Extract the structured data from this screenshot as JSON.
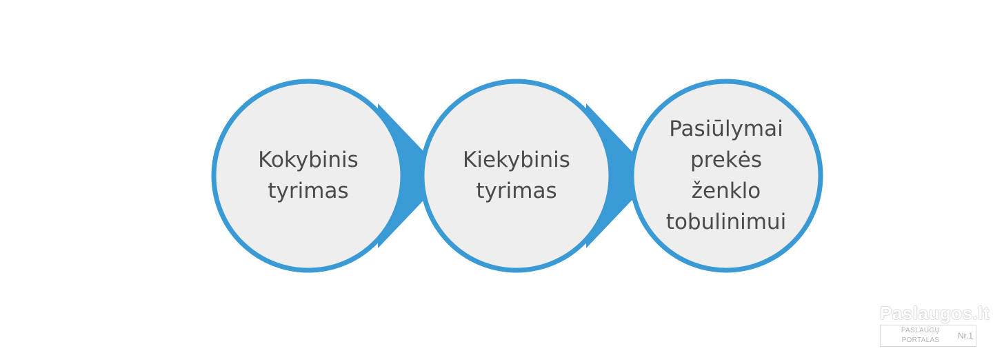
{
  "diagram": {
    "nodes": [
      {
        "lines": [
          "Kokybinis",
          "tyrimas"
        ]
      },
      {
        "lines": [
          "Kiekybinis",
          "tyrimas"
        ]
      },
      {
        "lines": [
          "Pasiūlymai",
          "prekės",
          "ženklo",
          "tobulinimui"
        ]
      }
    ],
    "colors": {
      "circle_fill": "#eeeeee",
      "circle_stroke": "#3a9ad6",
      "arrow": "#3a9ad6",
      "text": "#4a4a4a",
      "background": "#ffffff"
    }
  },
  "watermark": {
    "brand": "Paslaugos.lt",
    "tagline": "PASLAUGŲ PORTALAS",
    "badge": "Nr.1"
  }
}
